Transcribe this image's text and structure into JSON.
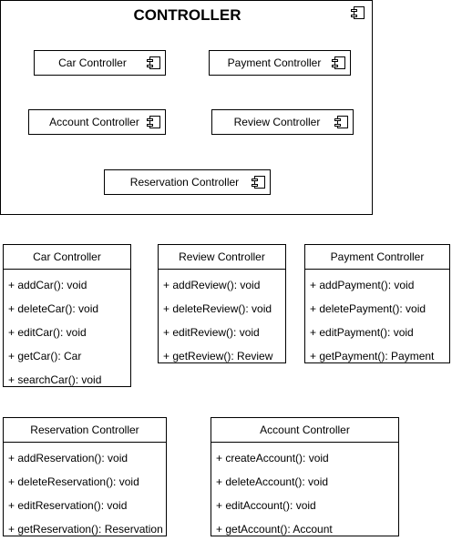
{
  "package": {
    "title": "CONTROLLER",
    "components": [
      "Car Controller",
      "Payment Controller",
      "Account Controller",
      "Review Controller",
      "Reservation Controller"
    ]
  },
  "classes": [
    {
      "name": "Car Controller",
      "members": [
        "+ addCar(): void",
        "+ deleteCar(): void",
        "+ editCar(): void",
        "+ getCar(): Car",
        "+ searchCar(): void"
      ]
    },
    {
      "name": "Review Controller",
      "members": [
        "+ addReview(): void",
        "+ deleteReview(): void",
        "+ editReview(): void",
        "+ getReview(): Review"
      ]
    },
    {
      "name": "Payment Controller",
      "members": [
        "+ addPayment(): void",
        "+ deletePayment(): void",
        "+ editPayment(): void",
        "+ getPayment(): Payment"
      ]
    },
    {
      "name": "Reservation Controller",
      "members": [
        "+ addReservation(): void",
        "+ deleteReservation(): void",
        "+ editReservation(): void",
        "+ getReservation(): Reservation"
      ]
    },
    {
      "name": "Account Controller",
      "members": [
        "+ createAccount(): void",
        "+ deleteAccount(): void",
        "+ editAccount(): void",
        "+ getAccount(): Account"
      ]
    }
  ]
}
